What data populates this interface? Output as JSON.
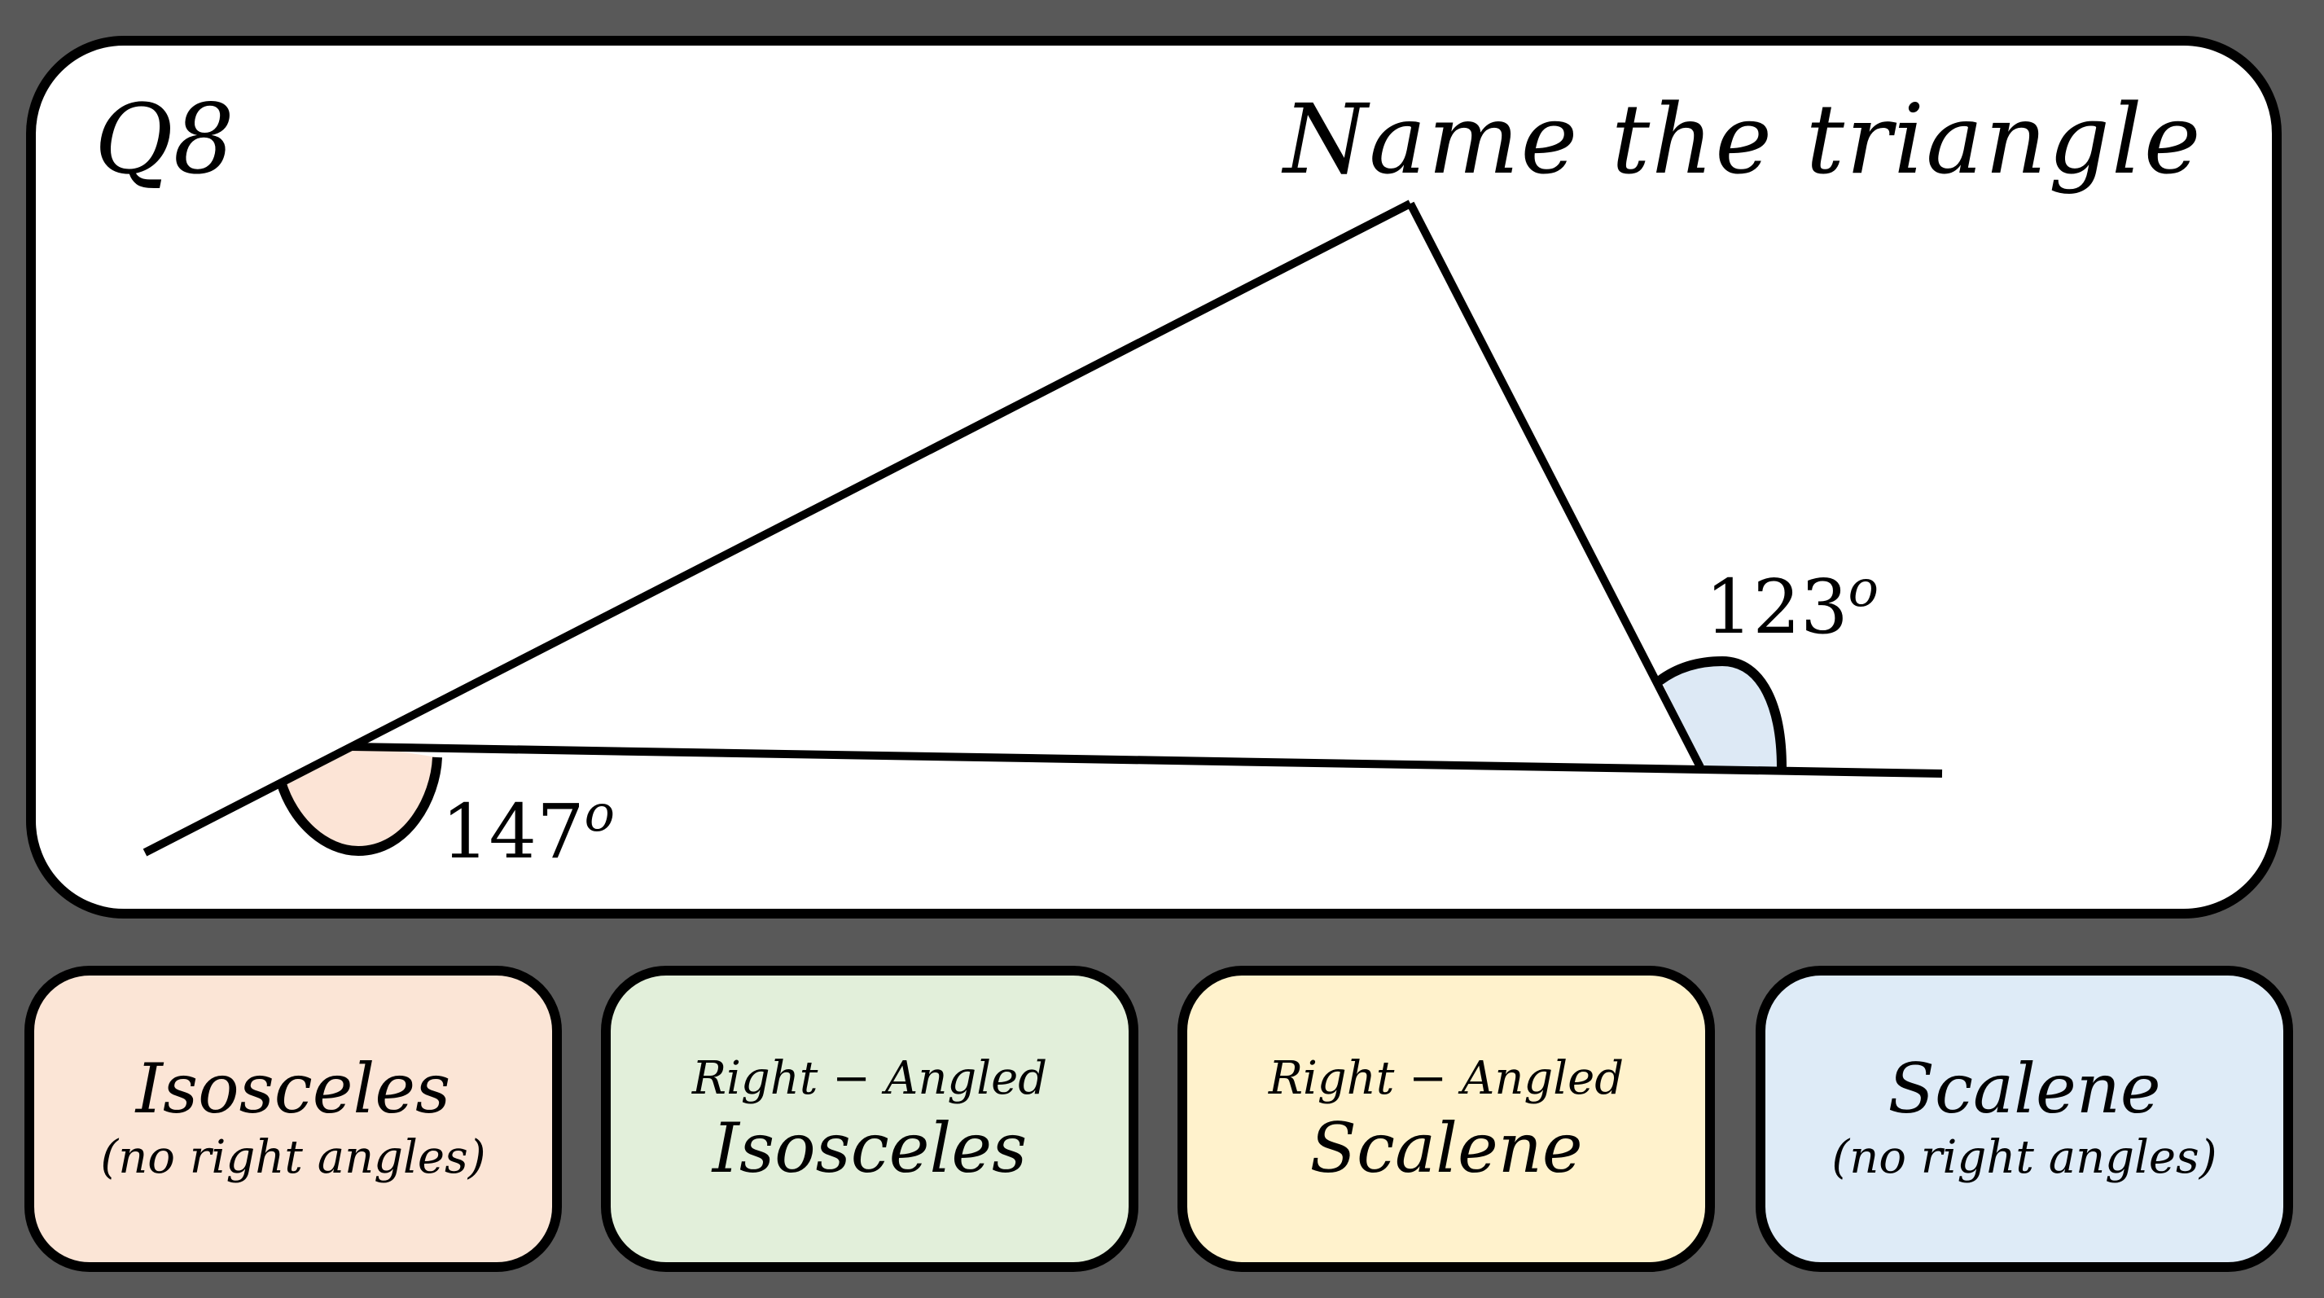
{
  "question": {
    "number": "Q8",
    "prompt": "Name the triangle"
  },
  "diagram": {
    "shape": "triangle",
    "line_color": "#000000",
    "angles": [
      {
        "label": "147",
        "unit": "o",
        "type": "exterior",
        "fill": "#fce4d6"
      },
      {
        "label": "123",
        "unit": "o",
        "type": "exterior",
        "fill": "#dde9f5"
      }
    ]
  },
  "options": [
    {
      "line1": "Isosceles",
      "line2": "(no right angles)",
      "color": "#fbe5d6"
    },
    {
      "line1": "Right − Angled",
      "line2": "Isosceles",
      "color": "#e2efda"
    },
    {
      "line1": "Right  − Angled",
      "line2": "Scalene",
      "color": "#fff2cc"
    },
    {
      "line1": "Scalene",
      "line2": "(no right angles)",
      "color": "#deebf7"
    }
  ],
  "colors": {
    "background": "#595959",
    "card": "#ffffff",
    "border": "#000000"
  }
}
